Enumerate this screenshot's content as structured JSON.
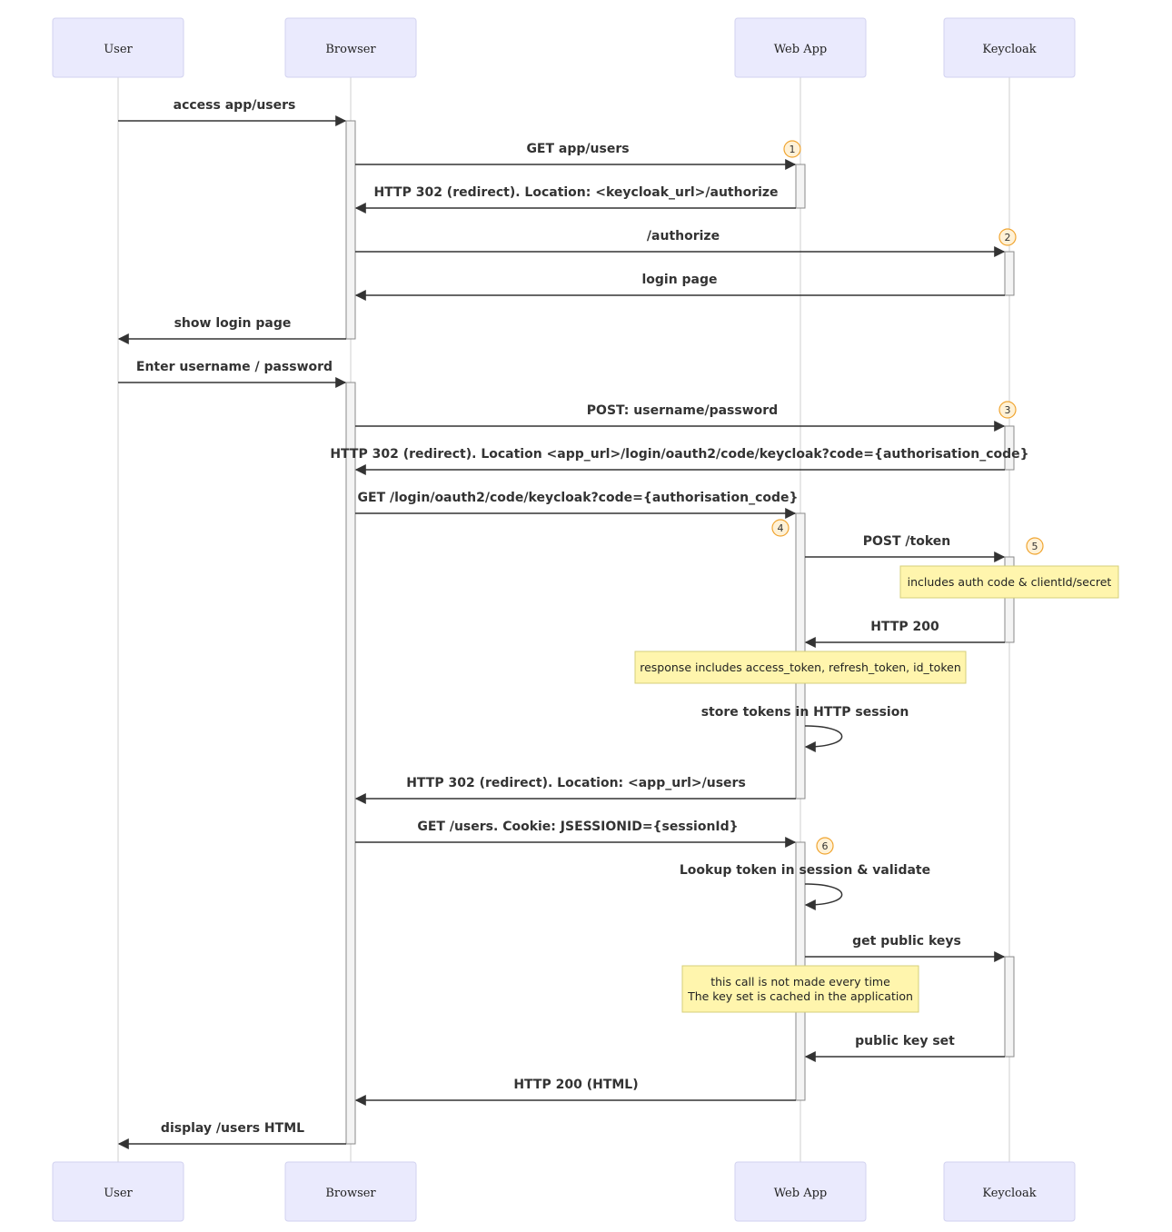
{
  "participants": [
    {
      "id": "user",
      "label": "User"
    },
    {
      "id": "browser",
      "label": "Browser"
    },
    {
      "id": "webapp",
      "label": "Web App"
    },
    {
      "id": "keycloak",
      "label": "Keycloak"
    }
  ],
  "messages": [
    {
      "from": "user",
      "to": "browser",
      "label": "access app/users"
    },
    {
      "from": "browser",
      "to": "webapp",
      "label": "GET app/users"
    },
    {
      "from": "webapp",
      "to": "browser",
      "label": "HTTP 302 (redirect). Location: <keycloak_url>/authorize"
    },
    {
      "from": "browser",
      "to": "keycloak",
      "label": "/authorize"
    },
    {
      "from": "keycloak",
      "to": "browser",
      "label": "login page"
    },
    {
      "from": "browser",
      "to": "user",
      "label": "show login page"
    },
    {
      "from": "user",
      "to": "browser",
      "label": "Enter username / password"
    },
    {
      "from": "browser",
      "to": "keycloak",
      "label": "POST: username/password"
    },
    {
      "from": "keycloak",
      "to": "browser",
      "label": "HTTP 302 (redirect). Location <app_url>/login/oauth2/code/keycloak?code={authorisation_code}"
    },
    {
      "from": "browser",
      "to": "webapp",
      "label": "GET /login/oauth2/code/keycloak?code={authorisation_code}"
    },
    {
      "from": "webapp",
      "to": "keycloak",
      "label": "POST /token"
    },
    {
      "from": "keycloak",
      "to": "webapp",
      "label": "HTTP 200"
    },
    {
      "from": "webapp",
      "to": "webapp",
      "label": "store tokens in HTTP session"
    },
    {
      "from": "webapp",
      "to": "browser",
      "label": "HTTP 302 (redirect). Location: <app_url>/users"
    },
    {
      "from": "browser",
      "to": "webapp",
      "label": "GET /users. Cookie: JSESSIONID={sessionId}"
    },
    {
      "from": "webapp",
      "to": "webapp",
      "label": "Lookup token in session & validate"
    },
    {
      "from": "webapp",
      "to": "keycloak",
      "label": "get public keys"
    },
    {
      "from": "keycloak",
      "to": "webapp",
      "label": "public key set"
    },
    {
      "from": "webapp",
      "to": "browser",
      "label": "HTTP 200 (HTML)"
    },
    {
      "from": "browser",
      "to": "user",
      "label": "display /users HTML"
    }
  ],
  "notes": [
    {
      "lines": [
        "includes auth code & clientId/secret"
      ]
    },
    {
      "lines": [
        "response includes access_token, refresh_token, id_token"
      ]
    },
    {
      "lines": [
        "this call is not made every time",
        "The key set is cached in the application"
      ]
    }
  ],
  "badges": [
    "1",
    "2",
    "3",
    "4",
    "5",
    "6"
  ],
  "colors": {
    "actor_fill": "#eaeafd",
    "note_fill": "#fff5ad",
    "badge_stroke": "#f0a531",
    "line": "#333333"
  }
}
